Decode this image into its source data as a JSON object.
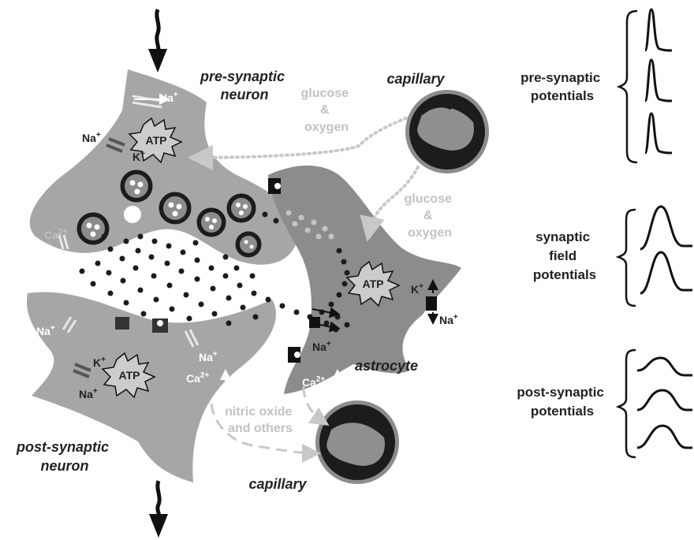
{
  "labels": {
    "pre_synaptic_neuron": [
      "pre-synaptic",
      "neuron"
    ],
    "post_synaptic_neuron": [
      "post-synaptic",
      "neuron"
    ],
    "astrocyte": "astrocyte",
    "capillary_top": "capillary",
    "capillary_bottom": "capillary",
    "glucose_oxygen_1": [
      "glucose",
      "&",
      "oxygen"
    ],
    "glucose_oxygen_2": [
      "glucose",
      "&",
      "oxygen"
    ],
    "nitric_oxide": [
      "nitric oxide",
      "and others"
    ],
    "atp": "ATP",
    "na": "Na",
    "k": "K",
    "ca": "Ca",
    "plus": "+",
    "ca_charge": "2+"
  },
  "side_panels": {
    "pre": [
      "pre-synaptic",
      "potentials"
    ],
    "field": [
      "synaptic",
      "field",
      "potentials"
    ],
    "post": [
      "post-synaptic",
      "potentials"
    ]
  },
  "colors": {
    "cell_fill": "#a6a6a6",
    "astrocyte_fill": "#8c8c8c",
    "dark": "#1a1a1a",
    "light_arrow": "#c8c8c8"
  }
}
